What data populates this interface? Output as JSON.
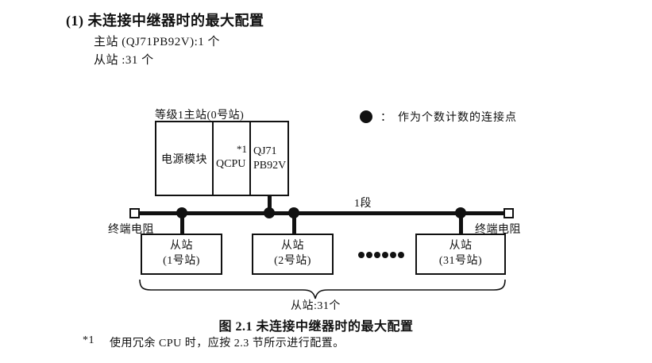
{
  "section": {
    "heading": "(1) 未连接中继器时的最大配置",
    "master_line": "主站 (QJ71PB92V):1 个",
    "slave_line": "从站 :31 个"
  },
  "figure": {
    "master_station": {
      "label": "等级1主站(0号站)",
      "power_module": "电源模块",
      "cpu": "QCPU",
      "cpu_note": "*1",
      "pb_module_line1": "QJ71",
      "pb_module_line2": "PB92V"
    },
    "legend": {
      "colon": "：",
      "text": "作为个数计数的连接点"
    },
    "bus": {
      "segment_label": "1段",
      "terminator_left_label": "终端电阻",
      "terminator_right_label": "终端电阻"
    },
    "slaves": [
      {
        "name": "从站",
        "station": "(1号站)"
      },
      {
        "name": "从站",
        "station": "(2号站)"
      },
      {
        "name": "从站",
        "station": "(31号站)"
      }
    ],
    "brace_label": "从站:31个",
    "caption": "图 2.1 未连接中继器时的最大配置"
  },
  "footnote": {
    "marker": "*1",
    "text": "使用冗余 CPU 时，应按 2.3 节所示进行配置。"
  },
  "colors": {
    "ink": "#111111",
    "background": "#ffffff"
  }
}
